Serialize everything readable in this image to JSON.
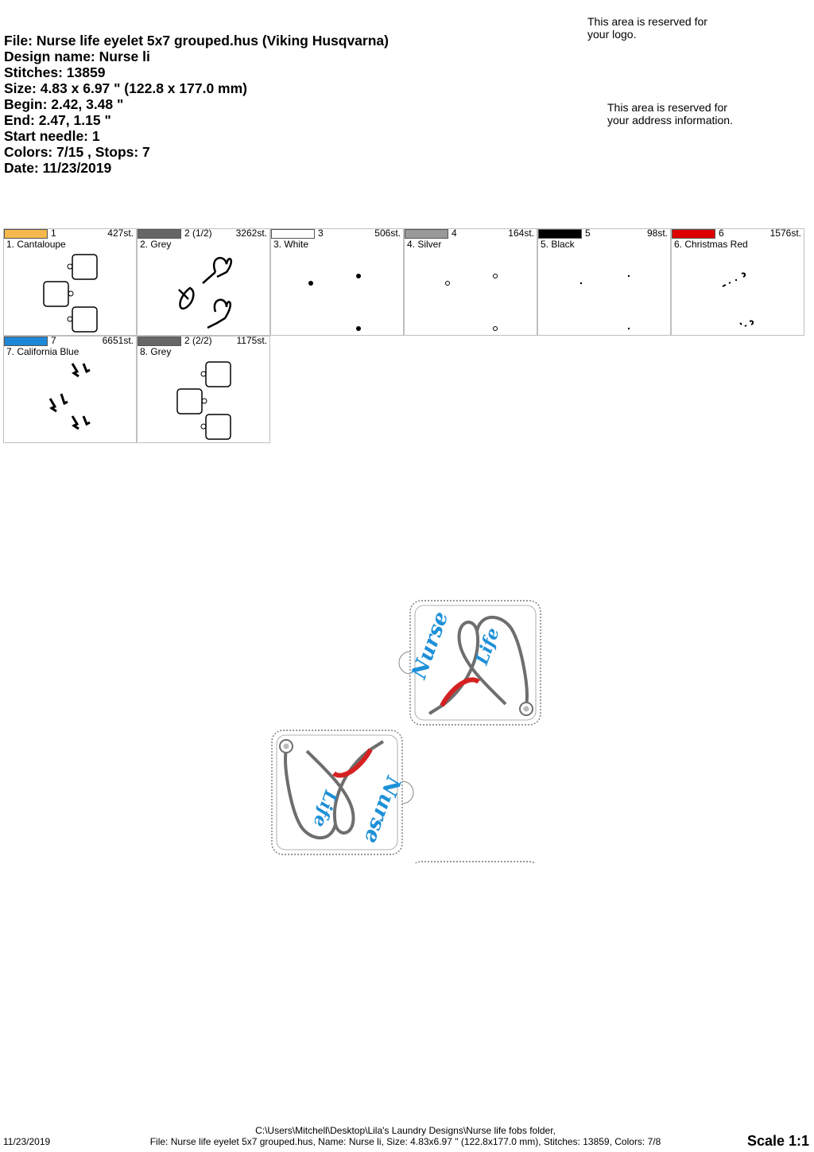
{
  "header": {
    "file": "File: Nurse life eyelet 5x7 grouped.hus  (Viking Husqvarna)",
    "design_name": "Design name: Nurse li",
    "stitches": "Stitches: 13859",
    "size": "Size: 4.83 x 6.97 \" (122.8 x 177.0 mm)",
    "begin": "Begin: 2.42, 3.48 \"",
    "end": "End: 2.47, 1.15 \"",
    "start_needle": "Start needle: 1",
    "colors": "Colors: 7/15 , Stops: 7",
    "date": "Date: 11/23/2019"
  },
  "reserved": {
    "logo": "This area is reserved for your logo.",
    "address": "This area is reserved for your address information."
  },
  "color_stops": [
    {
      "num": "1",
      "stitches": "427st.",
      "name": "1. Cantaloupe",
      "color": "#f5b84c",
      "thumb": "eyelet-outlines"
    },
    {
      "num": "2 (1/2)",
      "stitches": "3262st.",
      "name": "2. Grey",
      "color": "#666666",
      "thumb": "stethoscope-outline"
    },
    {
      "num": "3",
      "stitches": "506st.",
      "name": "3. White",
      "color": "#ffffff",
      "thumb": "dots"
    },
    {
      "num": "4",
      "stitches": "164st.",
      "name": "4. Silver",
      "color": "#999999",
      "thumb": "rings"
    },
    {
      "num": "5",
      "stitches": "98st.",
      "name": "5. Black",
      "color": "#000000",
      "thumb": "tiny-dots"
    },
    {
      "num": "6",
      "stitches": "1576st.",
      "name": "6. Christmas Red",
      "color": "#dd0000",
      "thumb": "red-marks"
    },
    {
      "num": "7",
      "stitches": "6651st.",
      "name": "7. California Blue",
      "color": "#1e88d8",
      "thumb": "text-blobs"
    },
    {
      "num": "2 (2/2)",
      "stitches": "1175st.",
      "name": "8. Grey",
      "color": "#666666",
      "thumb": "eyelet-outlines"
    }
  ],
  "preview": {
    "fob_text_1": "Nurse",
    "fob_text_2": "Life",
    "colors": {
      "grey": "#6e6e6e",
      "red": "#d42222",
      "blue": "#1e90d8",
      "border": "#777777"
    }
  },
  "footer": {
    "date": "11/23/2019",
    "path": "C:\\Users\\Mitchell\\Desktop\\Lila's Laundry Designs\\Nurse life fobs folder,",
    "file_line": "File: Nurse life eyelet 5x7 grouped.hus, Name: Nurse li, Size: 4.83x6.97 \" (122.8x177.0 mm), Stitches: 13859, Colors: 7/8",
    "scale": "Scale 1:1"
  }
}
